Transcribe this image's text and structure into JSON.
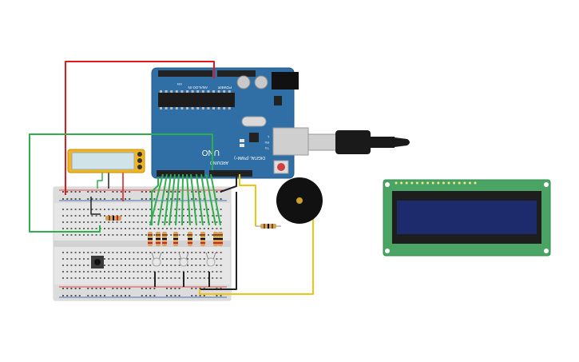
{
  "arduino": {
    "board_name": "UNO",
    "brand": "ARDUINO",
    "digital_header_label": "DIGITAL (PWM~)",
    "power_label": "POWER",
    "analog_label": "ANALOG IN",
    "tx_label": "TX",
    "rx_label": "RX",
    "l_label": "L",
    "on_label": "ON",
    "board_color": "#2f6fa6"
  },
  "wire_colors": {
    "red": "#e0191b",
    "green": "#2db04b",
    "black": "#222222",
    "yellow": "#f1c40f"
  },
  "lcd": {
    "board_color": "#4aa564",
    "screen_color": "#1d2a6b"
  },
  "buzzer": {
    "color": "#111111"
  },
  "multimeter": {
    "color": "#f2b51f"
  }
}
